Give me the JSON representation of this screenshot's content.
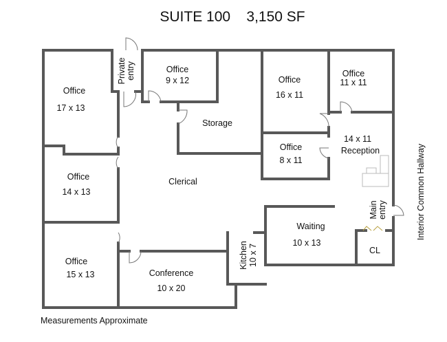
{
  "title": "SUITE 100    3,150 SF",
  "footnote": "Measurements Approximate",
  "hallway_label": "Interior Common Hallway",
  "rooms": [
    {
      "name": "Office",
      "size": "17 x 13"
    },
    {
      "name": "Private",
      "size": "entry"
    },
    {
      "name": "Office",
      "size": "9 x 12"
    },
    {
      "name": "Storage",
      "size": ""
    },
    {
      "name": "Office",
      "size": "16 x 11"
    },
    {
      "name": "Office",
      "size": "11 x 11"
    },
    {
      "name": "Office",
      "size": "8 x 11"
    },
    {
      "name": "Reception",
      "size": "14 x 11"
    },
    {
      "name": "Office",
      "size": "14 x 13"
    },
    {
      "name": "Clerical",
      "size": ""
    },
    {
      "name": "Main",
      "size": "entry"
    },
    {
      "name": "Waiting",
      "size": "10 x 13"
    },
    {
      "name": "CL",
      "size": ""
    },
    {
      "name": "Kitchen",
      "size": "10 x 7"
    },
    {
      "name": "Office",
      "size": "15 x 13"
    },
    {
      "name": "Conference",
      "size": "10 x 20"
    }
  ]
}
